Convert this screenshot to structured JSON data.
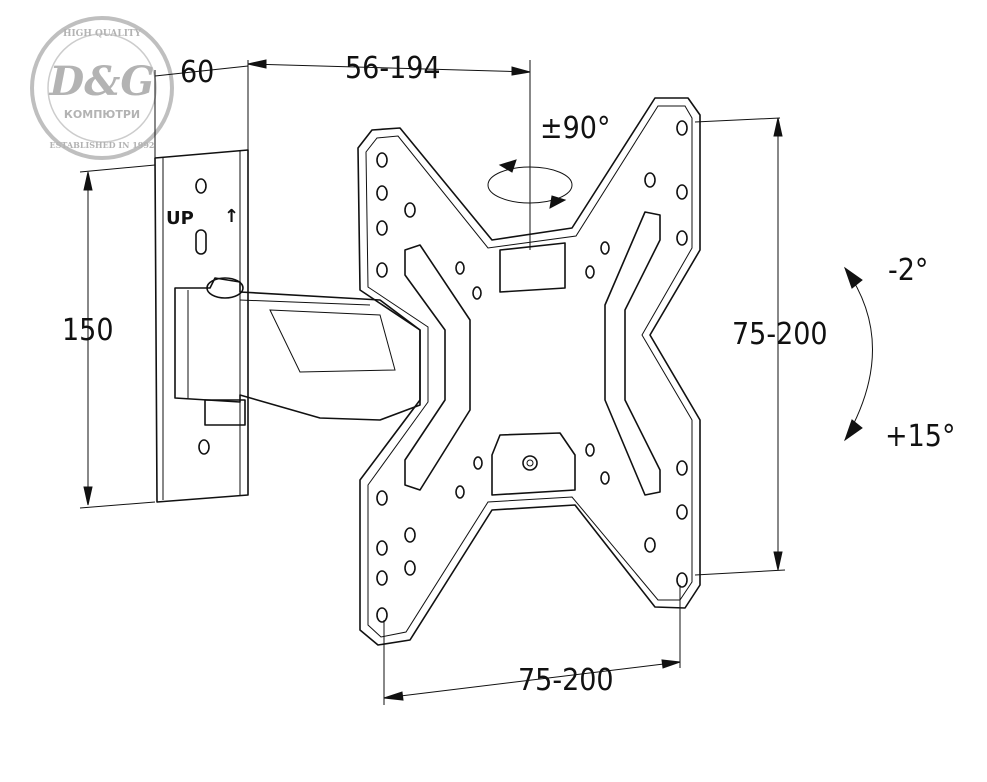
{
  "watermark": {
    "top_text": "HIGH QUALITY",
    "brand": "D&G",
    "sub": "КОМПЮТРИ",
    "bottom_text": "ESTABLISHED IN 1992"
  },
  "labels": {
    "up": "UP",
    "up_arrow": "↑"
  },
  "dimensions": {
    "wall_depth": "60",
    "extension": "56-194",
    "swivel": "±90°",
    "wall_height": "150",
    "vesa_vertical": "75-200",
    "vesa_horizontal": "75-200",
    "tilt_up": "-2°",
    "tilt_down": "+15°"
  },
  "colors": {
    "line": "#111111",
    "watermark": "#9a9a9a"
  }
}
